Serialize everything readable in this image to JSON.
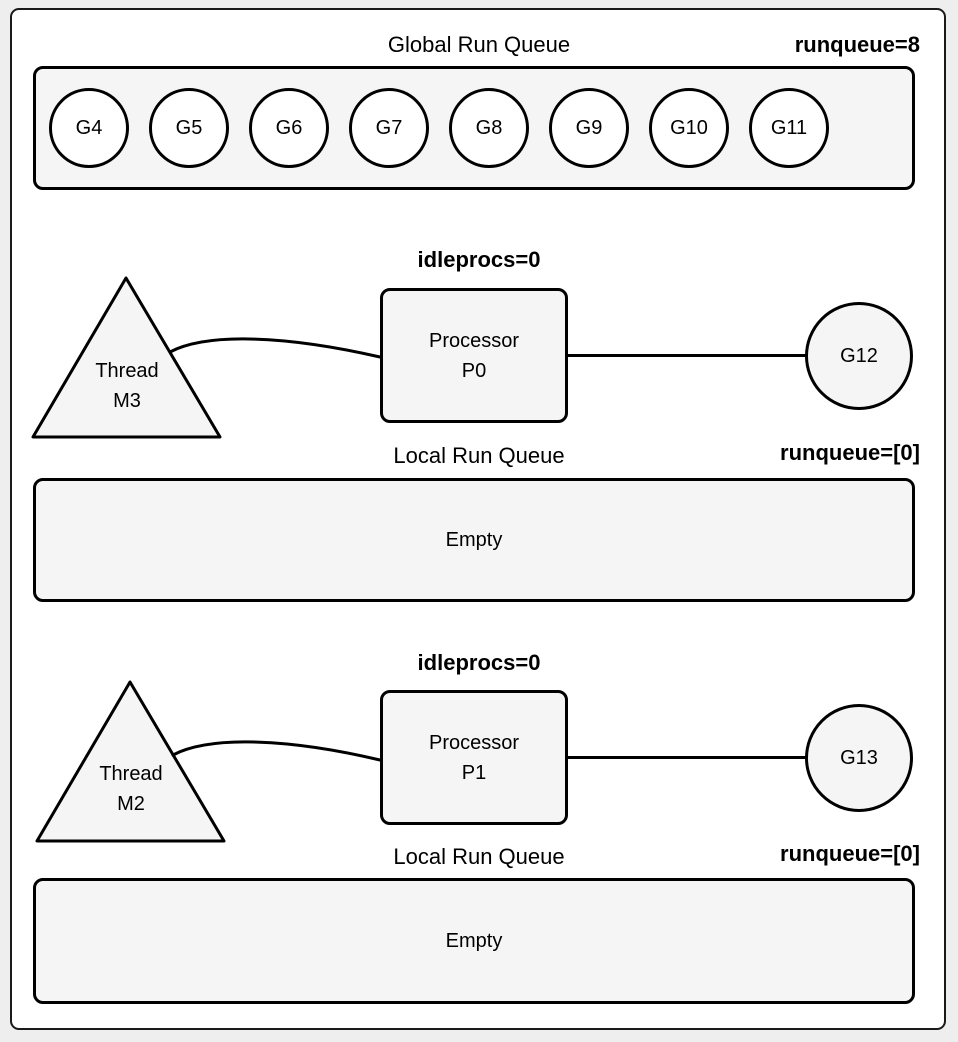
{
  "colors": {
    "page_bg": "#eeeeee",
    "canvas_bg": "#ffffff",
    "shape_fill": "#f5f5f5",
    "stroke": "#000000"
  },
  "global_queue": {
    "title": "Global Run Queue",
    "runqueue_label": "runqueue=8",
    "goroutines": [
      "G4",
      "G5",
      "G6",
      "G7",
      "G8",
      "G9",
      "G10",
      "G11"
    ]
  },
  "sections": [
    {
      "idleprocs_label": "idleprocs=0",
      "thread": {
        "line1": "Thread",
        "line2": "M3"
      },
      "processor": {
        "line1": "Processor",
        "line2": "P0"
      },
      "running_goroutine": "G12",
      "local_queue": {
        "title": "Local Run Queue",
        "runqueue_label": "runqueue=[0]",
        "empty_label": "Empty"
      }
    },
    {
      "idleprocs_label": "idleprocs=0",
      "thread": {
        "line1": "Thread",
        "line2": "M2"
      },
      "processor": {
        "line1": "Processor",
        "line2": "P1"
      },
      "running_goroutine": "G13",
      "local_queue": {
        "title": "Local Run Queue",
        "runqueue_label": "runqueue=[0]",
        "empty_label": "Empty"
      }
    }
  ]
}
